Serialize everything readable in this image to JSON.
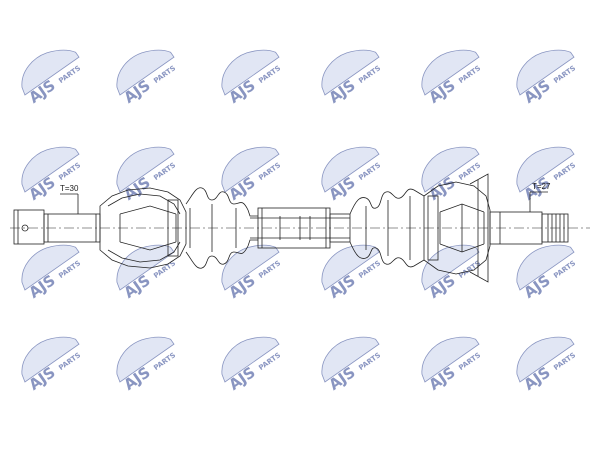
{
  "watermark": {
    "brand": "AJS",
    "tag": "PARTS",
    "color": "#2a3f8f",
    "accent": "#c9d3ec"
  },
  "drawing": {
    "left_spline": "T=30",
    "right_spline": "T=27",
    "line_color": "#222222"
  }
}
